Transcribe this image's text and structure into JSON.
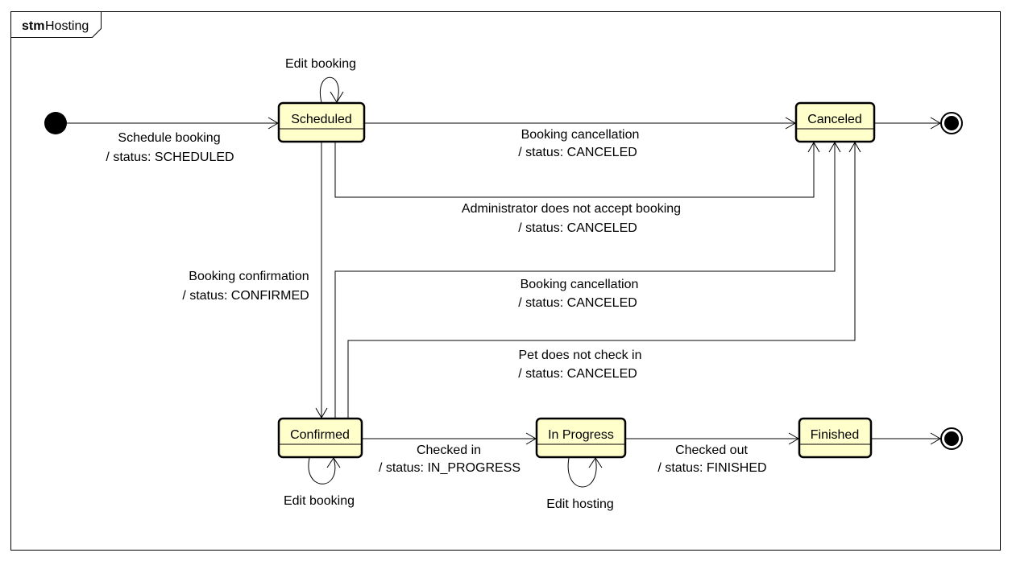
{
  "diagram": {
    "frame_keyword": "stm",
    "frame_name": "Hosting",
    "state_fill": "#ffffcc",
    "states": {
      "scheduled": "Scheduled",
      "canceled": "Canceled",
      "confirmed": "Confirmed",
      "in_progress": "In Progress",
      "finished": "Finished"
    },
    "transitions": {
      "schedule_booking": {
        "event": "Schedule booking",
        "effect": "/ status: SCHEDULED"
      },
      "edit_booking_scheduled": {
        "event": "Edit booking"
      },
      "cancel_from_scheduled": {
        "event": "Booking cancellation",
        "effect": "/ status: CANCELED"
      },
      "admin_rejects": {
        "event": "Administrator does not accept booking",
        "effect": "/ status: CANCELED"
      },
      "booking_confirmation": {
        "event": "Booking confirmation",
        "effect": "/ status: CONFIRMED"
      },
      "cancel_from_confirmed": {
        "event": "Booking cancellation",
        "effect": "/ status: CANCELED"
      },
      "pet_no_checkin": {
        "event": "Pet does not check in",
        "effect": "/ status: CANCELED"
      },
      "checked_in": {
        "event": "Checked in",
        "effect": "/ status: IN_PROGRESS"
      },
      "edit_booking_confirmed": {
        "event": "Edit booking"
      },
      "edit_hosting": {
        "event": "Edit hosting"
      },
      "checked_out": {
        "event": "Checked out",
        "effect": "/ status: FINISHED"
      }
    }
  }
}
